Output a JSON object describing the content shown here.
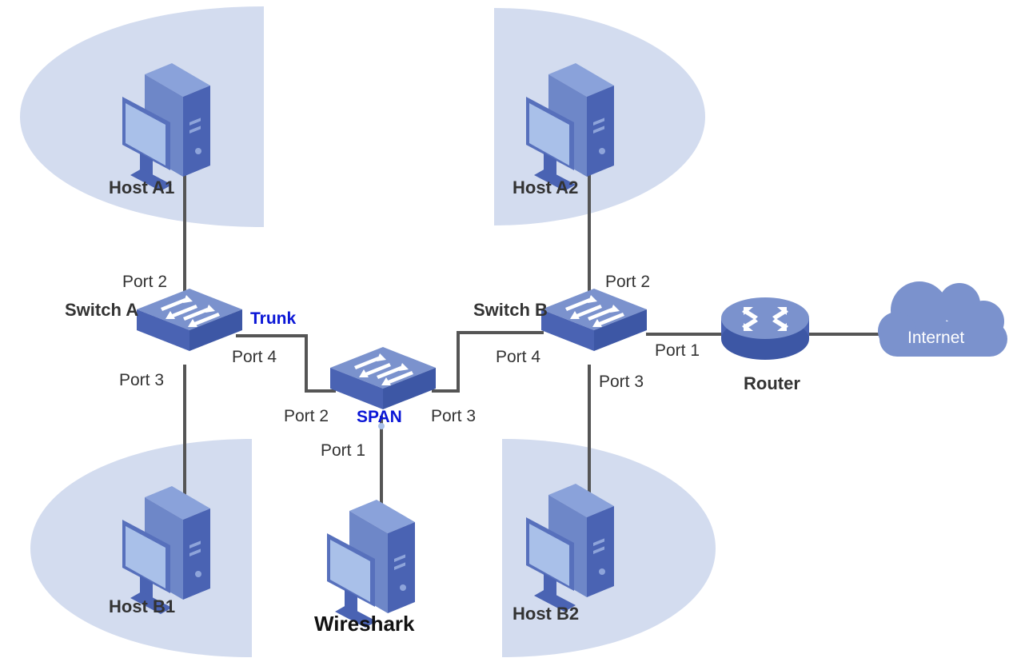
{
  "colors": {
    "zone": "#d3dcef",
    "link": "#555555",
    "device_light": "#7b92cd",
    "device_dark": "#4a63b3",
    "screen": "#a9c0e9",
    "label_text": "#333333",
    "accent_text": "#0a16d6"
  },
  "hosts": {
    "a1": "Host A1",
    "a2": "Host A2",
    "b1": "Host B1",
    "b2": "Host B2",
    "wireshark": "Wireshark"
  },
  "switches": {
    "a": "Switch A",
    "b": "Switch B"
  },
  "router": "Router",
  "internet": "Internet",
  "links": {
    "trunk": "Trunk",
    "span": "SPAN"
  },
  "ports": {
    "sa_port2": "Port 2",
    "sa_port3": "Port 3",
    "sa_port4": "Port 4",
    "mid_port2": "Port 2",
    "mid_port3": "Port 3",
    "mid_port1": "Port 1",
    "sb_port2": "Port 2",
    "sb_port4": "Port 4",
    "sb_port3": "Port 3",
    "sb_port1": "Port 1"
  }
}
